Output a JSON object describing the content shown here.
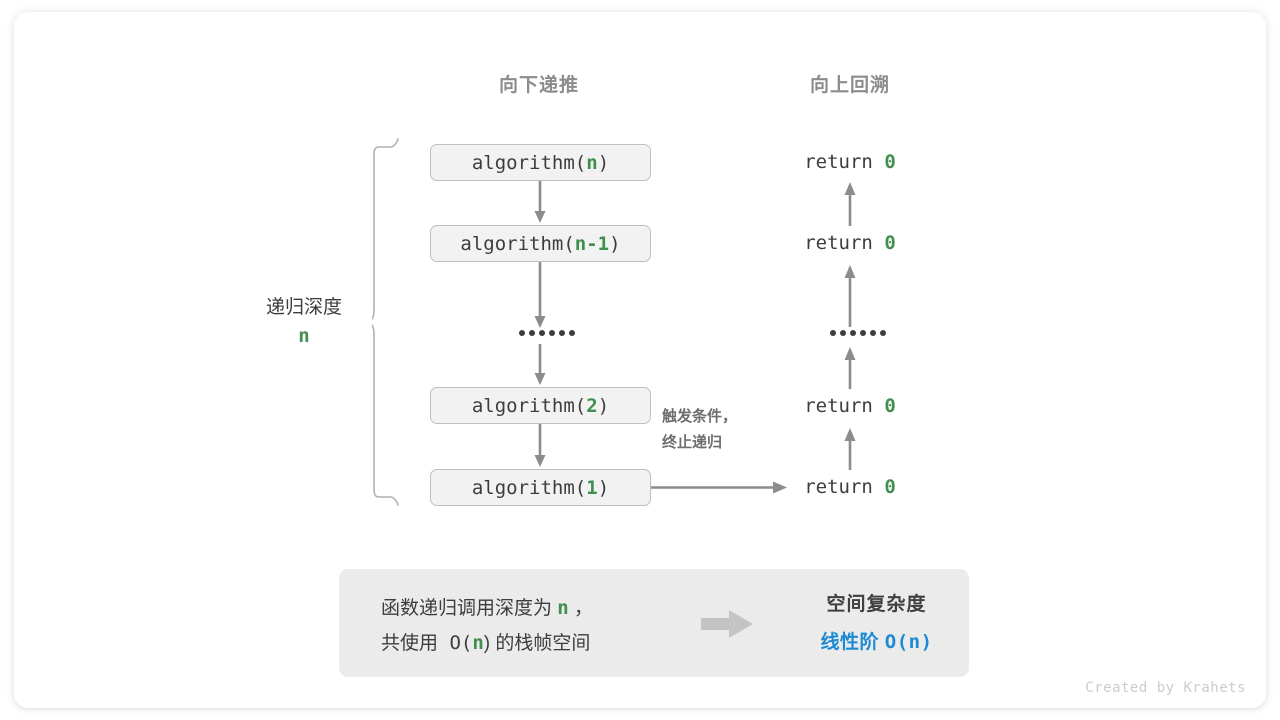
{
  "headers": {
    "down": "向下递推",
    "up": "向上回溯"
  },
  "depth": {
    "label": "递归深度",
    "value": "n"
  },
  "calls": [
    {
      "fn": "algorithm(",
      "arg": "n",
      "close": ")"
    },
    {
      "fn": "algorithm(",
      "arg": "n-1",
      "close": ")"
    },
    {
      "fn": "algorithm(",
      "arg": "2",
      "close": ")"
    },
    {
      "fn": "algorithm(",
      "arg": "1",
      "close": ")"
    }
  ],
  "returns": [
    {
      "keyword": "return ",
      "value": "0"
    },
    {
      "keyword": "return ",
      "value": "0"
    },
    {
      "keyword": "return ",
      "value": "0"
    },
    {
      "keyword": "return ",
      "value": "0"
    }
  ],
  "trigger": {
    "line1": "触发条件，",
    "line2": "终止递归"
  },
  "summary": {
    "text_line1_a": "函数递归调用深度为 ",
    "text_line1_b": "n",
    "text_line1_c": " ，",
    "text_line2_a": "共使用 O(",
    "text_line2_b": "n",
    "text_line2_c": ") 的栈帧空间",
    "result_title": "空间复杂度",
    "result_value_a": "线性阶 ",
    "result_value_b": "O(n)"
  },
  "credit": "Created by Krahets",
  "colors": {
    "accent_green": "#3f8f4f",
    "accent_blue": "#1f8ad4",
    "box_fill": "#f2f2f2",
    "box_border": "#bfbfbf",
    "panel_fill": "#ebebeb",
    "arrow": "#8c8c8c",
    "text": "#3d3d3d"
  }
}
